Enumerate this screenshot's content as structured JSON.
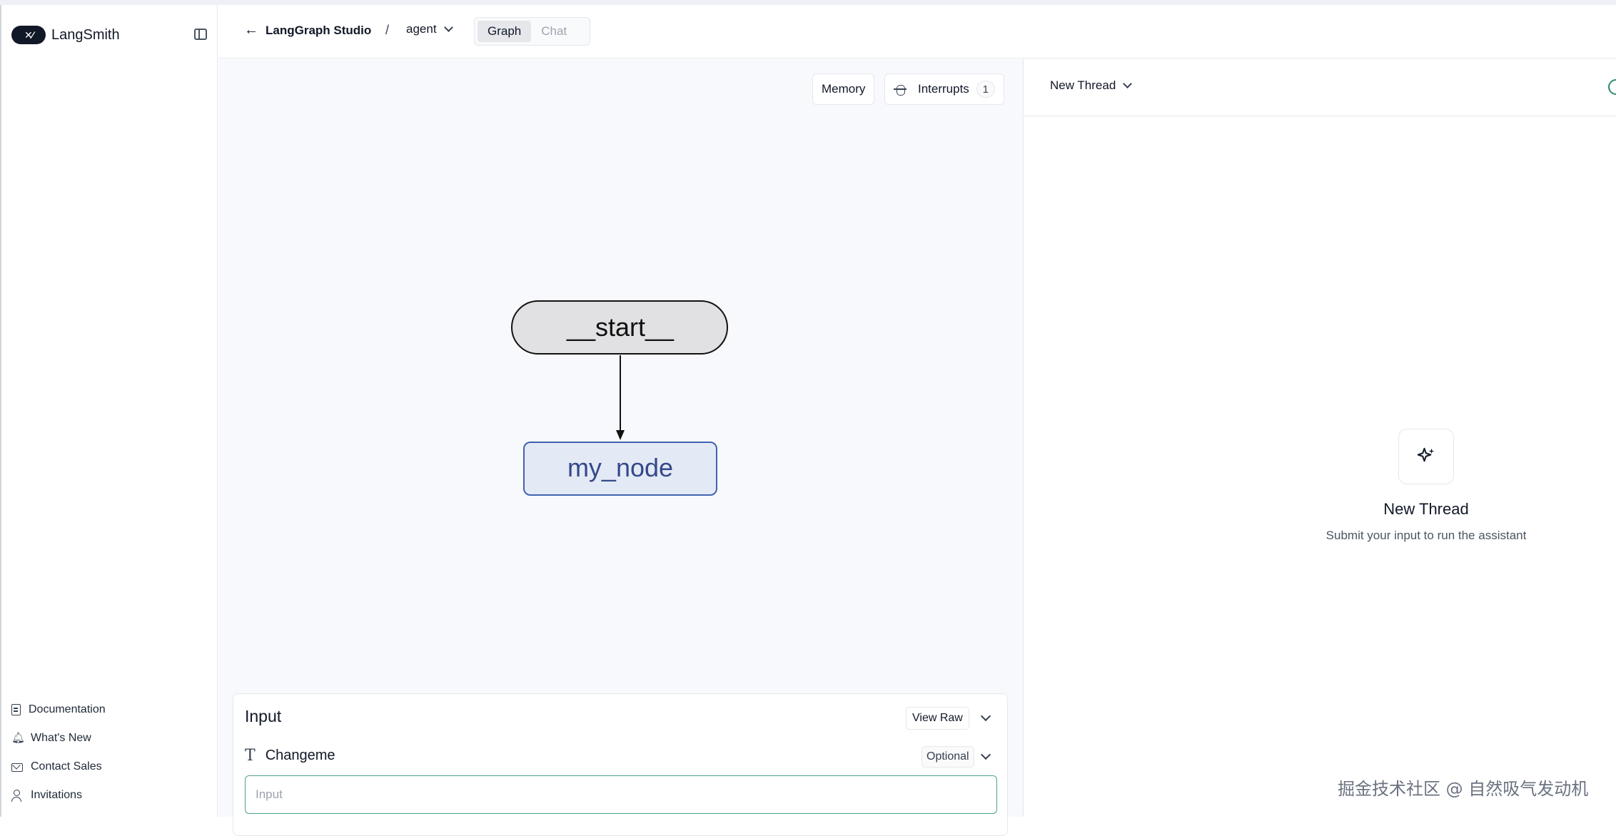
{
  "app": {
    "brand": "LangSmith"
  },
  "sidebar": {
    "footer_links": [
      {
        "label": "Documentation",
        "icon": "document-icon"
      },
      {
        "label": "What's New",
        "icon": "bell-icon"
      },
      {
        "label": "Contact Sales",
        "icon": "mail-icon"
      },
      {
        "label": "Invitations",
        "icon": "user-plus-icon"
      }
    ]
  },
  "header": {
    "back_label": "LangGraph Studio",
    "separator": "/",
    "agent": "agent",
    "tabs": [
      {
        "label": "Graph",
        "active": true
      },
      {
        "label": "Chat",
        "active": false
      }
    ]
  },
  "graph": {
    "toolbar": {
      "memory_label": "Memory",
      "interrupts_label": "Interrupts",
      "interrupts_count": "1"
    },
    "nodes": [
      {
        "id": "__start__",
        "label": "__start__",
        "kind": "start"
      },
      {
        "id": "my_node",
        "label": "my_node",
        "kind": "node"
      }
    ],
    "edges": [
      {
        "from": "__start__",
        "to": "my_node"
      }
    ]
  },
  "input_panel": {
    "title": "Input",
    "view_raw_label": "View Raw",
    "field_label": "Changeme",
    "field_type_icon": "T",
    "optional_label": "Optional",
    "placeholder": "Input"
  },
  "thread": {
    "selector_label": "New Thread",
    "empty_title": "New Thread",
    "empty_subtitle": "Submit your input to run the assistant"
  },
  "watermark": "掘金技术社区 @ 自然吸气发动机",
  "colors": {
    "accent_green": "#2f8a6b",
    "node_fill": "#e4e9f6",
    "node_stroke": "#4063b0",
    "node_text": "#34498a",
    "start_fill": "#e1e1e3"
  }
}
